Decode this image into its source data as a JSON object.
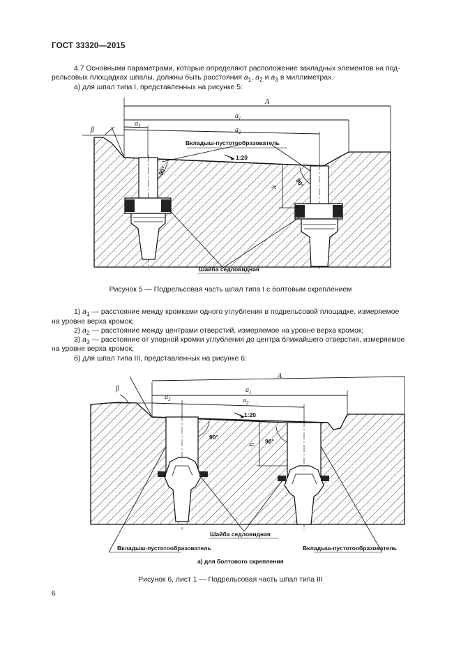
{
  "header": {
    "title": "ГОСТ 33320—2015"
  },
  "section": {
    "p1_a": "4.7 Основными параметрами, которые определяют расположение закладных элементов на под-",
    "p1_b": "рельсовых площадках шпалы, должны быть расстояния",
    "p1_tail": "в миллиметрах.",
    "p1_vars": [
      "a",
      "1",
      "a",
      "2",
      "и",
      "a",
      "3"
    ],
    "item_a": "а)  для шпал типа I, представленных на рисунке 5:"
  },
  "figure5": {
    "labels": {
      "A": "A",
      "a1": "a",
      "a1_sub": "1",
      "a2": "a",
      "a2_sub": "2",
      "a3": "a",
      "a3_sub": "3",
      "beta": "β",
      "h": "h",
      "slope": "1:20",
      "insert": "Вкладыш-пустотообразователь",
      "washer": "Шайба седловидная",
      "angle1": "90°",
      "angle2": "90°"
    },
    "caption": "Рисунок 5 — Подрельсовая часть шпал типа I с болтовым скреплением"
  },
  "definitions": {
    "d1_a": "1) ",
    "d1_var": "a",
    "d1_sub": "1",
    "d1_b": " — расстояние между кромками одного углубления в подрельсовой площадке, измеряемое",
    "d1_c": "на уровне верха кромок;",
    "d2_a": "2) ",
    "d2_var": "a",
    "d2_sub": "2",
    "d2_b": " — расстояние между центрами отверстий, измеряемое на уровне верха кромок;",
    "d3_a": "3) ",
    "d3_var": "a",
    "d3_sub": "3",
    "d3_b": " — расстояние от упорной кромки углубления до центра ближайшего отверстия, измеряемое",
    "d3_c": "на уровне верха кромок;",
    "item_b": "б)  для шпал типа III, представленных на рисунке 6:"
  },
  "figure6": {
    "labels": {
      "A": "A",
      "a1": "a",
      "a1_sub": "1",
      "a2": "a",
      "a2_sub": "2",
      "a3": "a",
      "a3_sub": "3",
      "beta": "β",
      "h": "h",
      "slope": "1:20",
      "washer": "Шайба седловидная",
      "insert_left": "Вкладыш-пустотообразователь",
      "insert_right": "Вкладыш-пустотообразователь",
      "angle1": "90°",
      "angle2": "90°",
      "sublabel": "а) для болтового скрепления"
    },
    "caption": "Рисунок 6, лист 1 — Подрельсовая часть шпал типа III"
  },
  "footer": {
    "page_number": "6"
  }
}
